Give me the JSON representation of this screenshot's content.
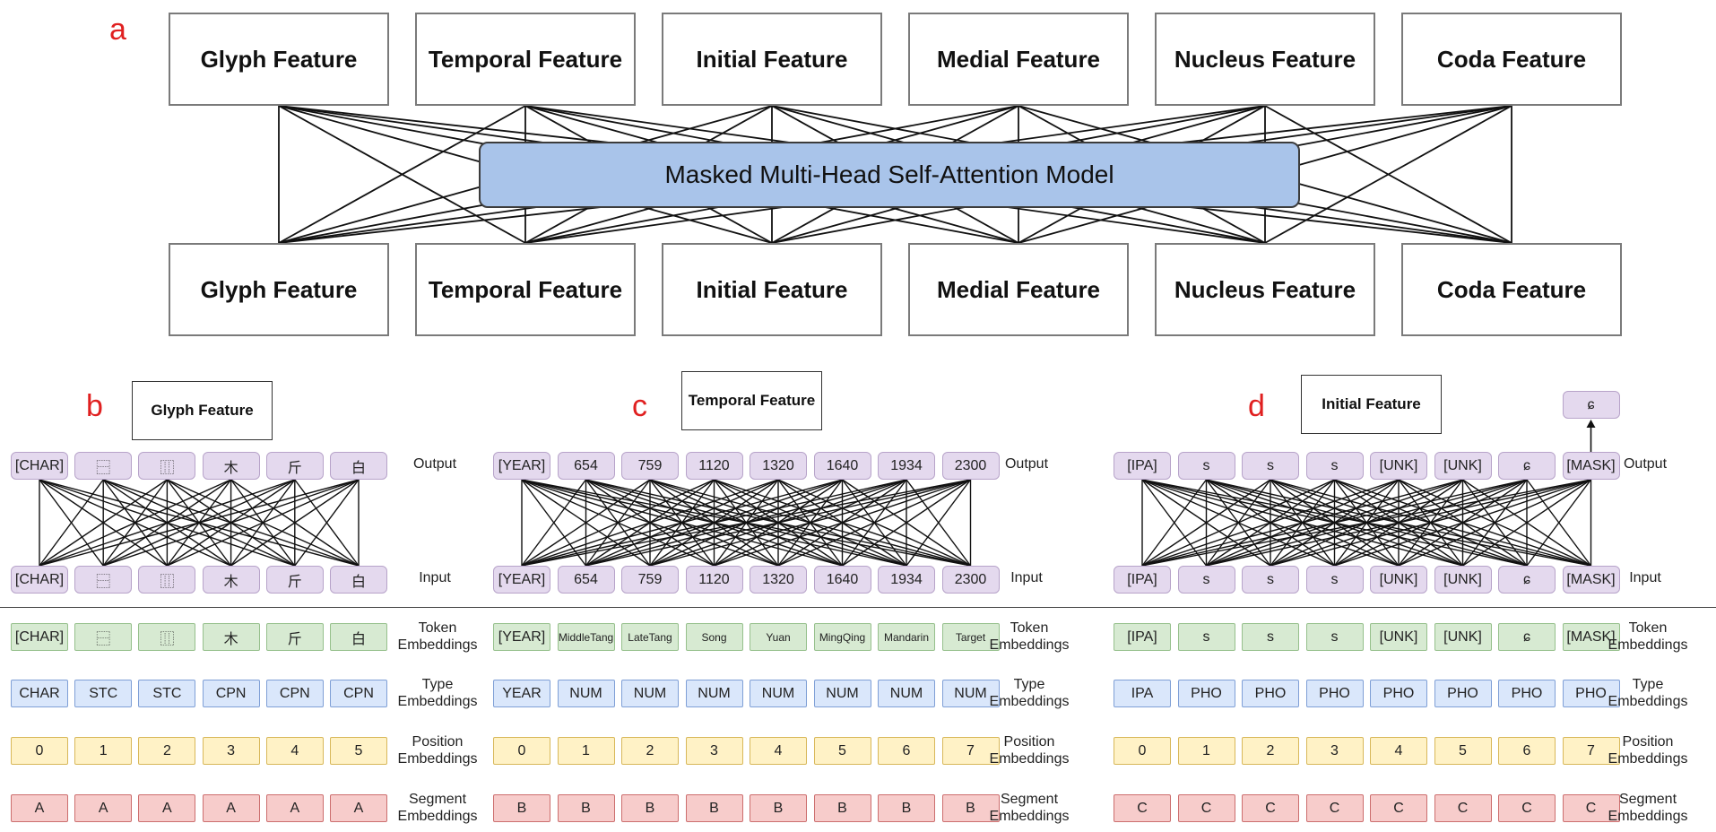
{
  "top": {
    "letter": "a",
    "features": [
      "Glyph Feature",
      "Temporal Feature",
      "Initial Feature",
      "Medial Feature",
      "Nucleus Feature",
      "Coda Feature"
    ],
    "model": "Masked Multi-Head Self-Attention Model"
  },
  "panels": [
    {
      "letter": "b",
      "title": "Glyph Feature",
      "output_label": "Output",
      "input_label": "Input",
      "output": [
        "[CHAR]",
        "⿱",
        "⿲",
        "木",
        "斤",
        "白"
      ],
      "input": [
        "[CHAR]",
        "⿱",
        "⿲",
        "木",
        "斤",
        "白"
      ],
      "masked_output": "",
      "token": [
        "[CHAR]",
        "⿱",
        "⿲",
        "木",
        "斤",
        "白"
      ],
      "type": [
        "CHAR",
        "STC",
        "STC",
        "CPN",
        "CPN",
        "CPN"
      ],
      "position": [
        "0",
        "1",
        "2",
        "3",
        "4",
        "5"
      ],
      "segment": [
        "A",
        "A",
        "A",
        "A",
        "A",
        "A"
      ]
    },
    {
      "letter": "c",
      "title": "Temporal Feature",
      "output_label": "Output",
      "input_label": "Input",
      "output": [
        "[YEAR]",
        "654",
        "759",
        "1120",
        "1320",
        "1640",
        "1934",
        "2300"
      ],
      "input": [
        "[YEAR]",
        "654",
        "759",
        "1120",
        "1320",
        "1640",
        "1934",
        "2300"
      ],
      "masked_output": "",
      "token": [
        "[YEAR]",
        "MiddleTang",
        "LateTang",
        "Song",
        "Yuan",
        "MingQing",
        "Mandarin",
        "Target"
      ],
      "type": [
        "YEAR",
        "NUM",
        "NUM",
        "NUM",
        "NUM",
        "NUM",
        "NUM",
        "NUM"
      ],
      "position": [
        "0",
        "1",
        "2",
        "3",
        "4",
        "5",
        "6",
        "7"
      ],
      "segment": [
        "B",
        "B",
        "B",
        "B",
        "B",
        "B",
        "B",
        "B"
      ]
    },
    {
      "letter": "d",
      "title": "Initial Feature",
      "output_label": "Output",
      "input_label": "Input",
      "output": [
        "[IPA]",
        "s",
        "s",
        "s",
        "[UNK]",
        "[UNK]",
        "ɕ",
        "[MASK]"
      ],
      "input": [
        "[IPA]",
        "s",
        "s",
        "s",
        "[UNK]",
        "[UNK]",
        "ɕ",
        "[MASK]"
      ],
      "masked_output": "ɕ",
      "token": [
        "[IPA]",
        "s",
        "s",
        "s",
        "[UNK]",
        "[UNK]",
        "ɕ",
        "[MASK]"
      ],
      "type": [
        "IPA",
        "PHO",
        "PHO",
        "PHO",
        "PHO",
        "PHO",
        "PHO",
        "PHO"
      ],
      "position": [
        "0",
        "1",
        "2",
        "3",
        "4",
        "5",
        "6",
        "7"
      ],
      "segment": [
        "C",
        "C",
        "C",
        "C",
        "C",
        "C",
        "C",
        "C"
      ]
    }
  ],
  "embedding_labels": {
    "token": "Token\nEmbeddings",
    "type": "Type\nEmbeddings",
    "position": "Position\nEmbeddings",
    "segment": "Segment\nEmbeddings"
  },
  "colors": {
    "feature_border": "#7a7a7a",
    "model_fill": "#a9c4ea",
    "token_box": "#e4d9ee",
    "token_emb": "#d7ead2",
    "type_emb": "#dae7fb",
    "position_emb": "#fff2c6",
    "segment_emb": "#f7cccb",
    "panel_letter": "#e02020"
  }
}
